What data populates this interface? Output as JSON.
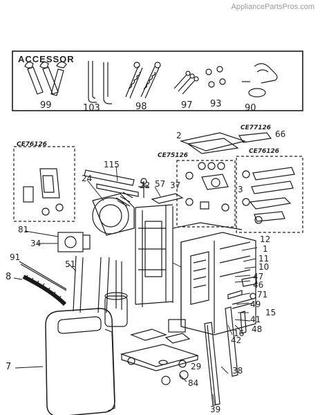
{
  "watermark": "AppliancePartsPros.com",
  "accessory": {
    "title": "ACCESSOR",
    "labels": [
      "99",
      "103",
      "98",
      "97",
      "93",
      "90"
    ]
  },
  "codes": {
    "left_box": "CE76126",
    "center": "CE75126",
    "top_right": "CE77126",
    "right_box": "CE76126"
  },
  "callouts": {
    "c1": "1",
    "c2": "2",
    "c3": "3",
    "c7": "7",
    "c8": "8",
    "c10": "10",
    "c11": "11",
    "c12": "12",
    "c15": "15",
    "c16": "16",
    "c22": "22",
    "c24": "24",
    "c29": "29",
    "c34": "34",
    "c37": "37",
    "c38": "38",
    "c39": "39",
    "c41": "41",
    "c42": "42",
    "c46": "46",
    "c47": "47",
    "c48": "48",
    "c49": "49",
    "c51": "51",
    "c57": "57",
    "c66": "66",
    "c71": "71",
    "c81": "81",
    "c84": "84",
    "c91": "91",
    "c115": "115"
  }
}
